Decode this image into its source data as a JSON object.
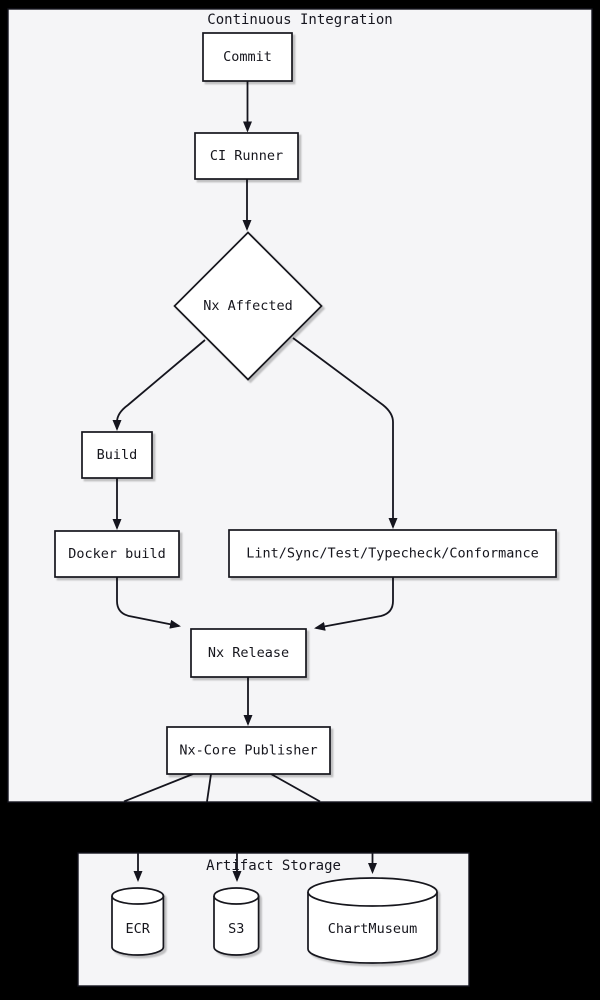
{
  "diagram": {
    "type": "flowchart",
    "colors": {
      "page_background": "#000000",
      "container_fill": "#f5f5f7",
      "node_fill": "#ffffff",
      "stroke": "#15151e",
      "text": "#16161f"
    },
    "containers": {
      "ci": {
        "title": "Continuous Integration"
      },
      "artifact": {
        "title": "Artifact Storage"
      }
    },
    "nodes": {
      "commit": {
        "label": "Commit",
        "shape": "rect"
      },
      "ci_runner": {
        "label": "CI Runner",
        "shape": "rect"
      },
      "nx_affected": {
        "label": "Nx Affected",
        "shape": "diamond"
      },
      "build": {
        "label": "Build",
        "shape": "rect"
      },
      "docker_build": {
        "label": "Docker build",
        "shape": "rect"
      },
      "lint": {
        "label": "Lint/Sync/Test/Typecheck/Conformance",
        "shape": "rect"
      },
      "nx_release": {
        "label": "Nx Release",
        "shape": "rect"
      },
      "nx_core_publisher": {
        "label": "Nx-Core Publisher",
        "shape": "rect"
      },
      "ecr": {
        "label": "ECR",
        "shape": "cylinder"
      },
      "s3": {
        "label": "S3",
        "shape": "cylinder"
      },
      "chartmuseum": {
        "label": "ChartMuseum",
        "shape": "cylinder"
      }
    },
    "edges": [
      {
        "from": "commit",
        "to": "ci_runner"
      },
      {
        "from": "ci_runner",
        "to": "nx_affected"
      },
      {
        "from": "nx_affected",
        "to": "build"
      },
      {
        "from": "nx_affected",
        "to": "lint"
      },
      {
        "from": "build",
        "to": "docker_build"
      },
      {
        "from": "docker_build",
        "to": "nx_release"
      },
      {
        "from": "lint",
        "to": "nx_release"
      },
      {
        "from": "nx_release",
        "to": "nx_core_publisher"
      },
      {
        "from": "nx_core_publisher",
        "to": "ecr"
      },
      {
        "from": "nx_core_publisher",
        "to": "s3"
      },
      {
        "from": "nx_core_publisher",
        "to": "chartmuseum"
      }
    ]
  }
}
